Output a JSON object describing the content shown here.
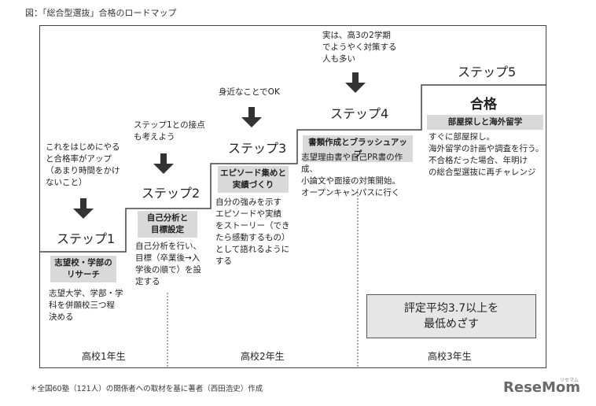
{
  "caption": "図：「総合型選抜」合格のロードマップ",
  "steps": [
    {
      "note": [
        "これをはじめにやる",
        "と合格率がアップ",
        "（あまり時間をかけ",
        "ないこと）"
      ],
      "label": "ステップ1",
      "tag": [
        "志望校・学部の",
        "リサーチ"
      ],
      "body": [
        "志望大学、学部・学",
        "科を併願校三つ程",
        "決める"
      ]
    },
    {
      "note": [
        "ステップ1との接点",
        "も考えよう"
      ],
      "label": "ステップ2",
      "tag": [
        "自己分析と",
        "目標設定"
      ],
      "body": [
        "自己分析を行い、",
        "目標（卒業後→入",
        "学後の順で）を設",
        "定する"
      ]
    },
    {
      "note": [
        "身近なことでOK"
      ],
      "label": "ステップ3",
      "tag": [
        "エピソード集めと",
        "実績づくり"
      ],
      "body": [
        "自分の強みを示す",
        "エピソードや実績",
        "をストーリー（でき",
        "たら感動するもの）",
        "として語れるように",
        "する"
      ]
    },
    {
      "note": [
        "実は、高3の2学期",
        "でようやく対策する",
        "人も多い"
      ],
      "label": "ステップ4",
      "tag": [
        "書類作成とブラッシュアップ"
      ],
      "body": [
        "志望理由書や自己PR書の作成、",
        "小論文や面接の対策開始。",
        "オープンキャンパスに行く"
      ]
    },
    {
      "label": "ステップ5",
      "title": "合格",
      "tag": [
        "部屋探しと海外留学"
      ],
      "body": [
        "すぐに部屋探し。",
        "海外留学の計画や調査を行う。",
        "不合格だった場合、年明け",
        "の総合型選抜に再チャレンジ"
      ]
    }
  ],
  "goal": [
    "評定平均3.7以上を",
    "最低めざす"
  ],
  "years": [
    "高校1年生",
    "高校2年生",
    "高校3年生"
  ],
  "footnote": "＊全国60塾（121人）の関係者への取材を基に著者（西田浩史）作成",
  "logo": "ReseMom",
  "logo_sub": "リセマム"
}
